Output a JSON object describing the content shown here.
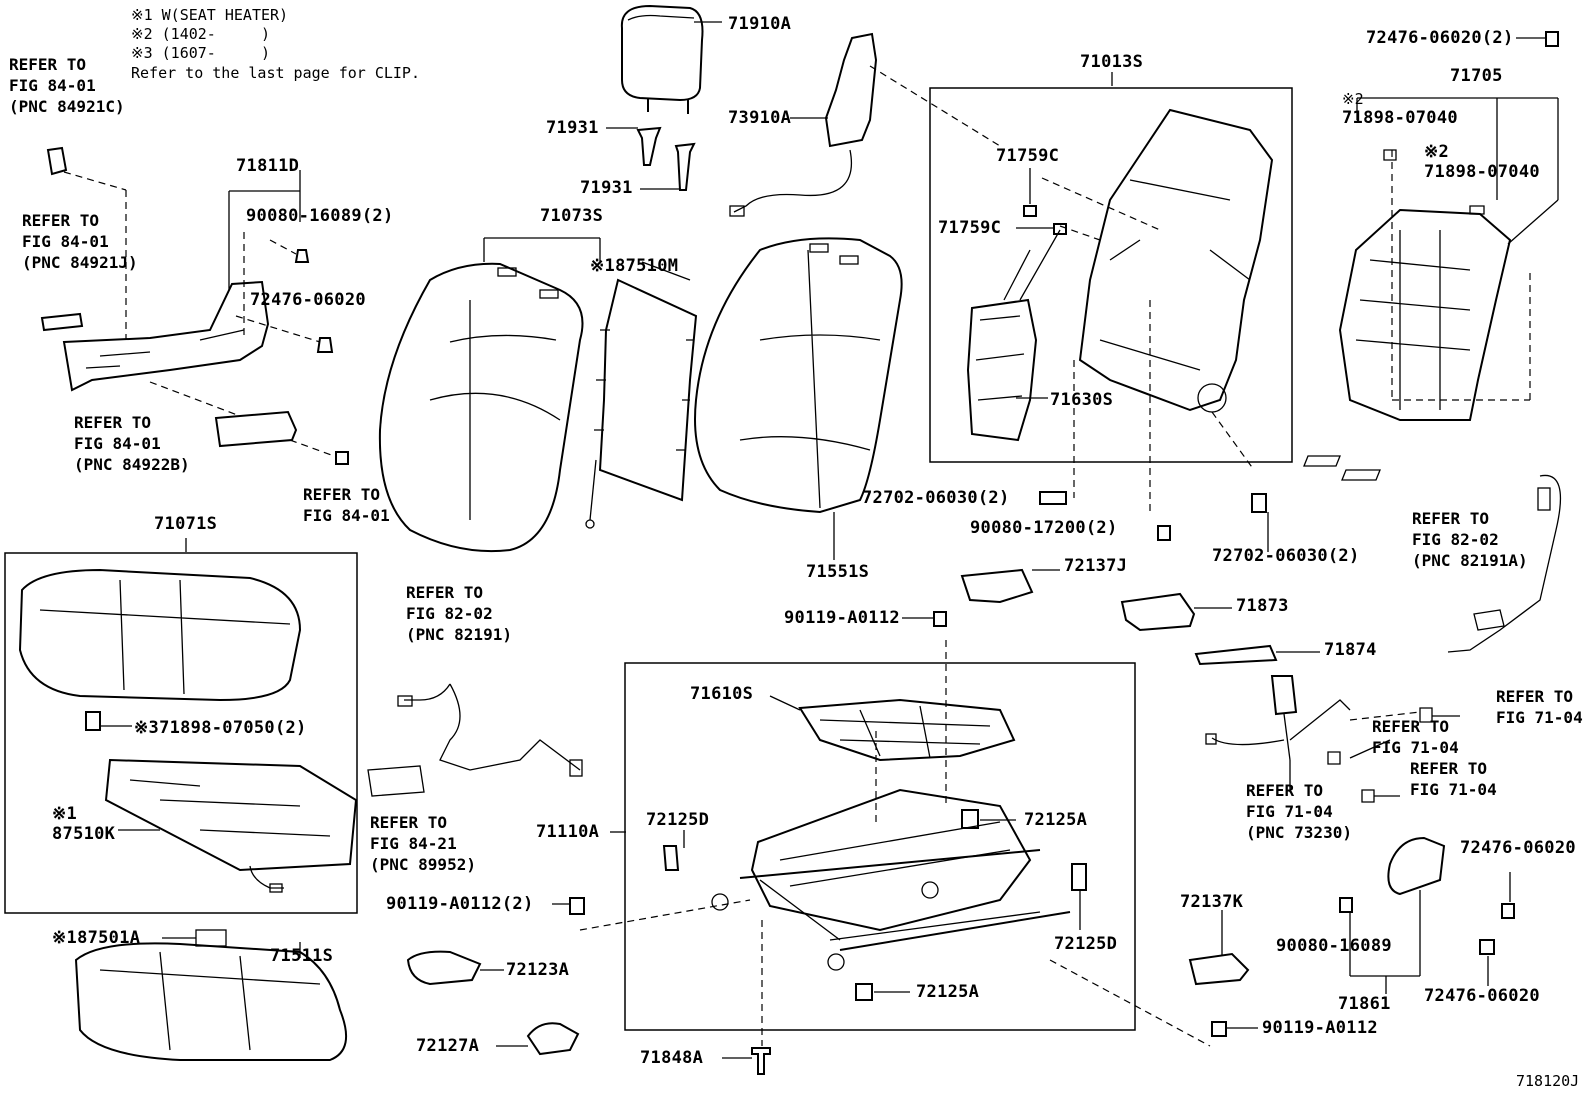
{
  "notes": {
    "n1": "※1 W(SEAT HEATER)",
    "n2": "※2 (1402-     )",
    "n3": "※3 (1607-     )",
    "n4": "Refer to the last page for CLIP."
  },
  "refs": {
    "r1": "REFER TO\nFIG 84-01\n(PNC 84921C)",
    "r2": "REFER TO\nFIG 84-01\n(PNC 84921J)",
    "r3": "REFER TO\nFIG 84-01\n(PNC 84922B)",
    "r4": "REFER TO\nFIG 84-01",
    "r5": "REFER TO\nFIG 82-02\n(PNC 82191)",
    "r6": "REFER TO\nFIG 84-21\n(PNC 89952)",
    "r7": "REFER TO\nFIG 82-02\n(PNC 82191A)",
    "r8": "REFER TO\nFIG 71-04",
    "r9": "REFER TO\nFIG 71-04",
    "r10": "REFER TO\nFIG 71-04",
    "r11": "REFER TO\nFIG 71-04\n(PNC 73230)"
  },
  "parts": {
    "p71910A": "71910A",
    "p71931a": "71931",
    "p71931b": "71931",
    "p73910A": "73910A",
    "p71013S": "71013S",
    "p72476_06020_2": "72476-06020(2)",
    "p71705": "71705",
    "p71898a_mark": "※2",
    "p71898a": "71898-07040",
    "p71898b": "※2\n71898-07040",
    "p71811D": "71811D",
    "p90080_16089_2": "90080-16089(2)",
    "p72476_06020a": "72476-06020",
    "p71073S": "71073S",
    "p87510M": "※187510M",
    "p71759Ca": "71759C",
    "p71759Cb": "71759C",
    "p71630S": "71630S",
    "p72702_06030a": "72702-06030(2)",
    "p90080_17200": "90080-17200(2)",
    "p72702_06030b": "72702-06030(2)",
    "p71551S": "71551S",
    "p71071S": "71071S",
    "p71898_07050": "※371898-07050(2)",
    "p87510K": "※1\n87510K",
    "p72137J": "72137J",
    "p71873": "71873",
    "p71874": "71874",
    "p90119_A0112a": "90119-A0112",
    "p71610S": "71610S",
    "p72125Da": "72125D",
    "p72125Aa": "72125A",
    "p71110A": "71110A",
    "p90119_A0112_2": "90119-A0112(2)",
    "p72125Db": "72125D",
    "p72125Ab": "72125A",
    "p72123A": "72123A",
    "p72127A": "72127A",
    "p71848A": "71848A",
    "p87501A": "※187501A",
    "p71511S": "71511S",
    "p72137K": "72137K",
    "p90080_16089": "90080-16089",
    "p71861": "71861",
    "p90119_A0112b": "90119-A0112",
    "p72476_06020b": "72476-06020",
    "p72476_06020c": "72476-06020",
    "illustration": "718120J"
  }
}
